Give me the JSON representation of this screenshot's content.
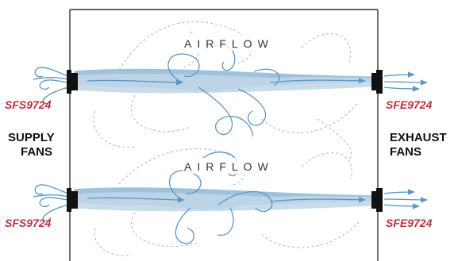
{
  "labels": {
    "supply_fans_line1": "SUPPLY",
    "supply_fans_line2": "FANS",
    "exhaust_fans_line1": "EXHAUST",
    "exhaust_fans_line2": "FANS",
    "airflow_top": "AIRFLOW",
    "airflow_bottom": "AIRFLOW",
    "supply_model_top": "SFS9724",
    "supply_model_bottom": "SFS9724",
    "exhaust_model_top": "SFE9724",
    "exhaust_model_bottom": "SFE9724"
  },
  "colors": {
    "model_label": "#b8323e",
    "stream_light": "#bcd4e6",
    "stream_mid": "#9fc2dc",
    "curl": "#5b96c5",
    "dash": "#9cb9d3",
    "fan_body": "#111111"
  },
  "icons": {
    "supply_fan": "fan-unit-icon",
    "exhaust_fan": "fan-unit-icon",
    "incoming_air": "swirl-icon",
    "outgoing_air": "arrow-right-icon"
  }
}
